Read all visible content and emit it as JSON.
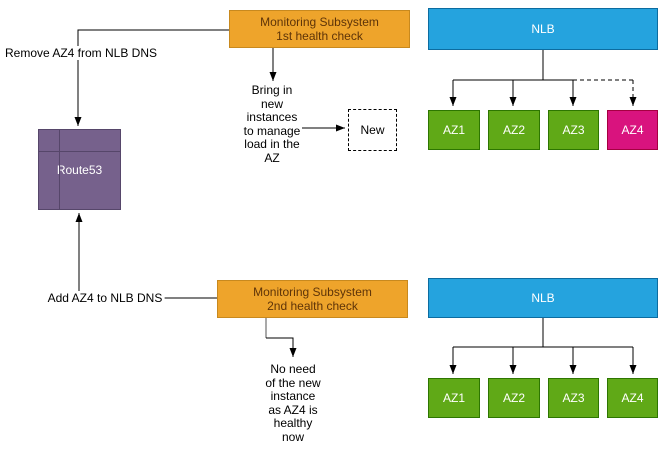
{
  "colors": {
    "orange_fill": "#EEA42B",
    "orange_stroke": "#C8891E",
    "blue_fill": "#25A3DE",
    "blue_stroke": "#0C6CA0",
    "green_fill": "#60A917",
    "green_stroke": "#2D7600",
    "pink_fill": "#D9137E",
    "pink_stroke": "#A50040",
    "purple_fill": "#76618C",
    "purple_stroke": "#56466A",
    "line_color": "#000000"
  },
  "nodes": {
    "monitor1": "Monitoring Subsystem\n1st health check",
    "monitor2": "Monitoring Subsystem\n2nd health check",
    "route53": "Route53",
    "nlb_top": "NLB",
    "nlb_bottom": "NLB",
    "new_instance": "New"
  },
  "edge_labels": {
    "remove": "Remove AZ4 from NLB DNS",
    "add": "Add AZ4 to NLB DNS"
  },
  "notes": {
    "bring_in": "Bring in\nnew\ninstances\nto manage\nload in the\nAZ",
    "no_need": "No need\nof the new\ninstance\nas AZ4 is\nhealthy\nnow"
  },
  "az_top": [
    {
      "label": "AZ1",
      "status": "healthy"
    },
    {
      "label": "AZ2",
      "status": "healthy"
    },
    {
      "label": "AZ3",
      "status": "healthy"
    },
    {
      "label": "AZ4",
      "status": "unhealthy"
    }
  ],
  "az_bottom": [
    {
      "label": "AZ1",
      "status": "healthy"
    },
    {
      "label": "AZ2",
      "status": "healthy"
    },
    {
      "label": "AZ3",
      "status": "healthy"
    },
    {
      "label": "AZ4",
      "status": "healthy"
    }
  ]
}
